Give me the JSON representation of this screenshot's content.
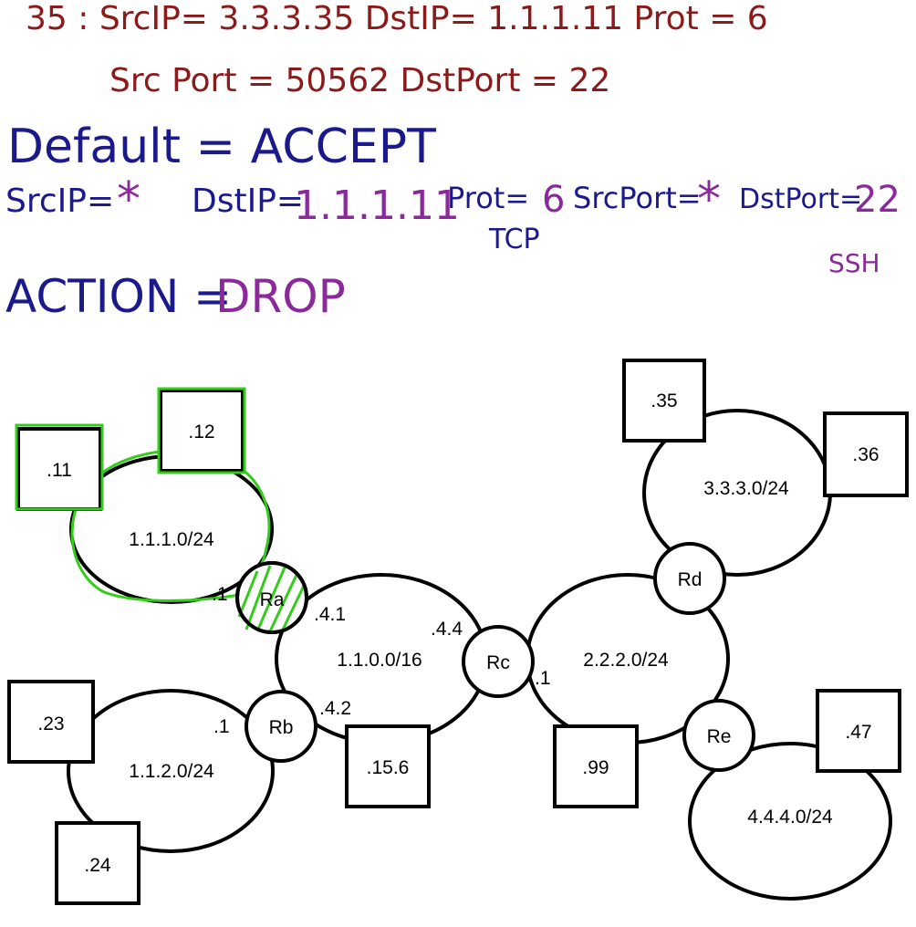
{
  "annotations": {
    "packet": {
      "line1": "35 : SrcIP= 3.3.3.35   DstIP= 1.1.1.11   Prot = 6",
      "line2": "Src Port = 50562   DstPort = 22",
      "color": "#8b1a1a"
    },
    "default_policy": {
      "text": "Default = ACCEPT",
      "color": "#1a1a8c"
    },
    "rule": {
      "src_ip_label": "SrcIP=",
      "src_ip_value": "*",
      "dst_ip_label": "DstIP=",
      "dst_ip_value": "1.1.1.11",
      "prot_label": "Prot=",
      "prot_value": "6",
      "prot_note": "TCP",
      "src_port_label": "SrcPort=",
      "src_port_value": "*",
      "dst_port_label": "DstPort=",
      "dst_port_value": "22",
      "dst_port_note": "SSH",
      "label_color": "#1a1a8c",
      "value_color": "#8a2a9a"
    },
    "action": {
      "label": "ACTION =",
      "value": "DROP",
      "label_color": "#1a1a8c",
      "value_color": "#8a2a9a"
    }
  },
  "diagram": {
    "highlight_color": "#33cc1a",
    "networks": {
      "n111": "1.1.1.0/24",
      "n112": "1.1.2.0/24",
      "n110": "1.1.0.0/16",
      "n222": "2.2.2.0/24",
      "n333": "3.3.3.0/24",
      "n444": "4.4.4.0/24"
    },
    "routers": {
      "ra": "Ra",
      "rb": "Rb",
      "rc": "Rc",
      "rd": "Rd",
      "re": "Re"
    },
    "hosts": {
      "h11": ".11",
      "h12": ".12",
      "h23": ".23",
      "h24": ".24",
      "h156": ".15.6",
      "h99": ".99",
      "h35": ".35",
      "h36": ".36",
      "h47": ".47"
    },
    "interfaces": {
      "ra_111": ".1",
      "ra_110": ".4.1",
      "rb_112": ".1",
      "rb_110": ".4.2",
      "rc_110": ".4.4",
      "rc_222": ".1"
    }
  }
}
